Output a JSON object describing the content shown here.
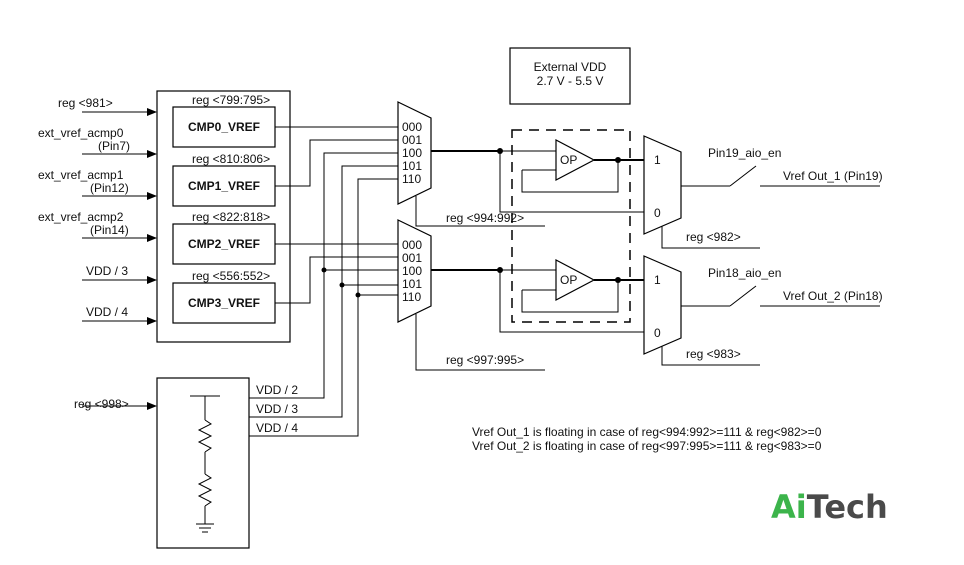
{
  "inputs": {
    "reg981": "reg <981>",
    "ext0": "ext_vref_acmp0",
    "pin7": "(Pin7)",
    "ext1": "ext_vref_acmp1",
    "pin12": "(Pin12)",
    "ext2": "ext_vref_acmp2",
    "pin14": "(Pin14)",
    "vdd3": "VDD / 3",
    "vdd4": "VDD / 4",
    "reg998": "reg <998>"
  },
  "cmp_blocks": [
    {
      "reg": "reg <799:795>",
      "name": "CMP0_VREF"
    },
    {
      "reg": "reg <810:806>",
      "name": "CMP1_VREF"
    },
    {
      "reg": "reg <822:818>",
      "name": "CMP2_VREF"
    },
    {
      "reg": "reg <556:552>",
      "name": "CMP3_VREF"
    }
  ],
  "divider_outputs": [
    "VDD / 2",
    "VDD / 3",
    "VDD / 4"
  ],
  "mux_codes": [
    "000",
    "001",
    "100",
    "101",
    "110"
  ],
  "mux_sel": {
    "top": "reg <994:992>",
    "bottom": "reg <997:995>"
  },
  "external_vdd": {
    "line1": "External VDD",
    "line2": "2.7 V - 5.5 V"
  },
  "op_label": "OP",
  "out_mux": {
    "one": "1",
    "zero": "0",
    "sel_top": "reg <982>",
    "sel_bottom": "reg <983>"
  },
  "outputs": {
    "en1": "Pin19_aio_en",
    "out1": "Vref Out_1 (Pin19)",
    "en2": "Pin18_aio_en",
    "out2": "Vref Out_2 (Pin18)"
  },
  "notes": [
    "Vref Out_1 is floating in case of reg<994:992>=111 & reg<982>=0",
    "Vref Out_2 is floating in case of reg<997:995>=111 & reg<983>=0"
  ],
  "logo": {
    "part1": "Ai",
    "part2": "Tech",
    "color1": "#3cb44b",
    "color2": "#4a4a4a"
  }
}
